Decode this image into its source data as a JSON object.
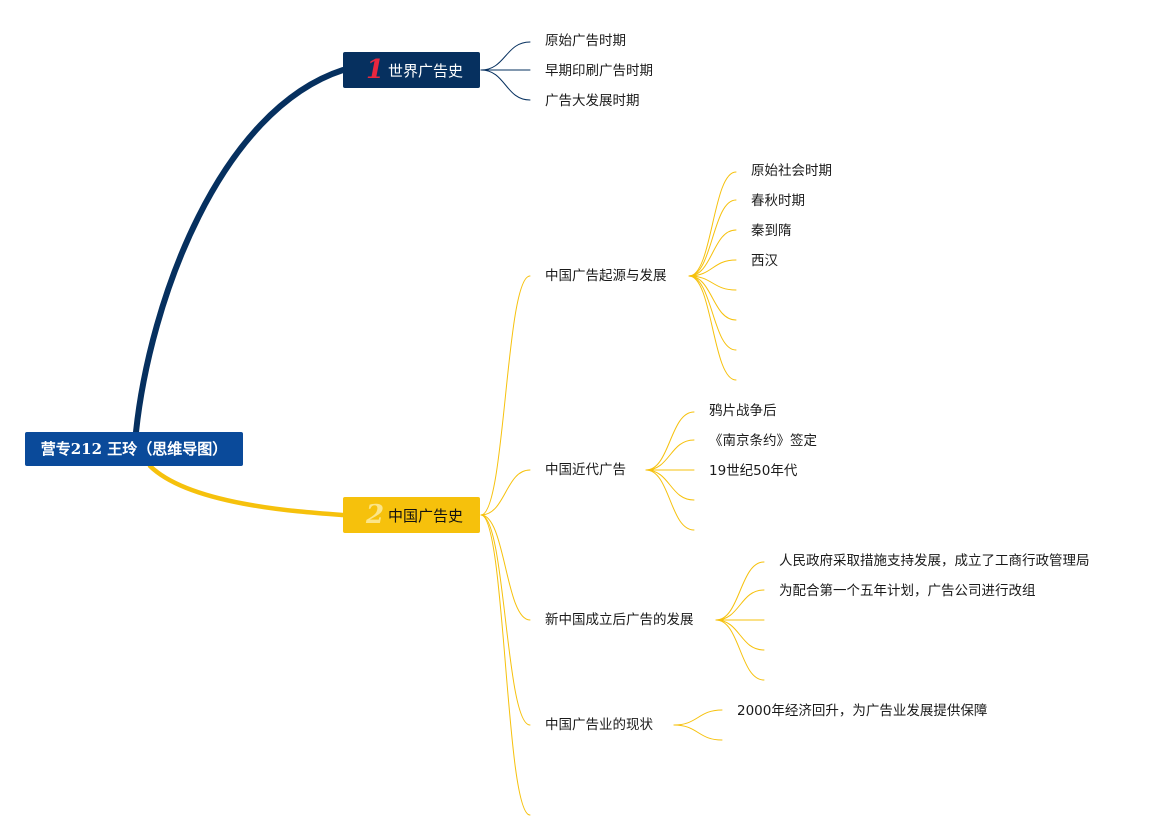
{
  "root": {
    "label": "营专212 王玲（思维导图）"
  },
  "branches": [
    {
      "number": "1",
      "label": "世界广告史",
      "color": "#06305f",
      "children": [
        "原始广告时期",
        "早期印刷广告时期",
        "广告大发展时期"
      ]
    },
    {
      "number": "2",
      "label": "中国广告史",
      "color": "#f6c10c",
      "children": [
        {
          "label": "中国广告起源与发展",
          "children": [
            "原始社会时期",
            "春秋时期",
            "秦到隋",
            "西汉",
            "",
            "",
            "",
            ""
          ]
        },
        {
          "label": "中国近代广告",
          "children": [
            "鸦片战争后",
            "《南京条约》签定",
            "19世纪50年代",
            "",
            ""
          ]
        },
        {
          "label": "新中国成立后广告的发展",
          "children": [
            "人民政府采取措施支持发展，成立了工商行政管理局",
            "为配合第一个五年计划，广告公司进行改组",
            "",
            ""
          ]
        },
        {
          "label": "中国广告业的现状",
          "children": [
            "2000年经济回升，为广告业发展提供保障",
            ""
          ]
        },
        {
          "label": ""
        }
      ]
    }
  ]
}
